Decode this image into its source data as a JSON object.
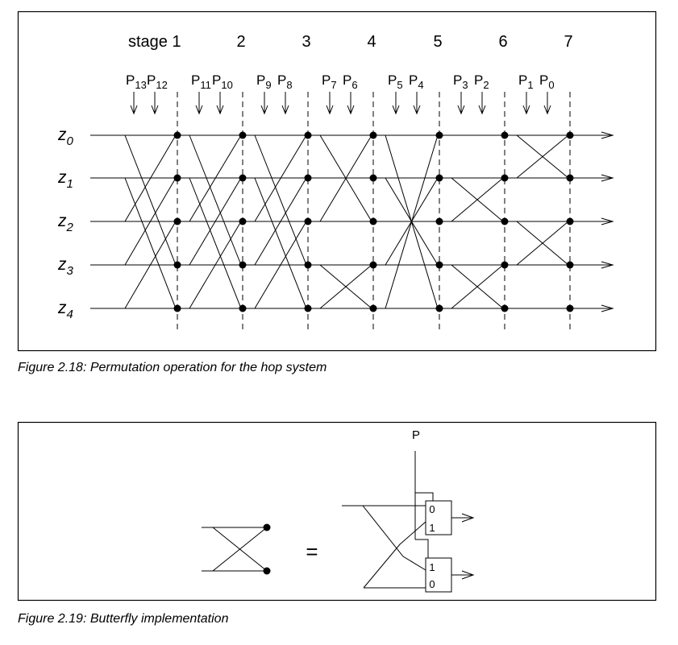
{
  "figure1": {
    "caption": "Figure 2.18:  Permutation operation for the hop system",
    "stage_labels": [
      "stage 1",
      "2",
      "3",
      "4",
      "5",
      "6",
      "7"
    ],
    "rows": [
      {
        "base": "z",
        "sub": "0"
      },
      {
        "base": "z",
        "sub": "1"
      },
      {
        "base": "z",
        "sub": "2"
      },
      {
        "base": "z",
        "sub": "3"
      },
      {
        "base": "z",
        "sub": "4"
      }
    ],
    "controls": [
      {
        "base": "P",
        "sub": "13"
      },
      {
        "base": "P",
        "sub": "12"
      },
      {
        "base": "P",
        "sub": "11"
      },
      {
        "base": "P",
        "sub": "10"
      },
      {
        "base": "P",
        "sub": "9"
      },
      {
        "base": "P",
        "sub": "8"
      },
      {
        "base": "P",
        "sub": "7"
      },
      {
        "base": "P",
        "sub": "6"
      },
      {
        "base": "P",
        "sub": "5"
      },
      {
        "base": "P",
        "sub": "4"
      },
      {
        "base": "P",
        "sub": "3"
      },
      {
        "base": "P",
        "sub": "2"
      },
      {
        "base": "P",
        "sub": "1"
      },
      {
        "base": "P",
        "sub": "0"
      }
    ]
  },
  "figure2": {
    "caption": "Figure 2.19:  Butterfly implementation",
    "control_label": "P",
    "equals_sign": "=",
    "upper_switch_inputs": [
      "0",
      "1"
    ],
    "lower_switch_inputs": [
      "1",
      "0"
    ]
  }
}
